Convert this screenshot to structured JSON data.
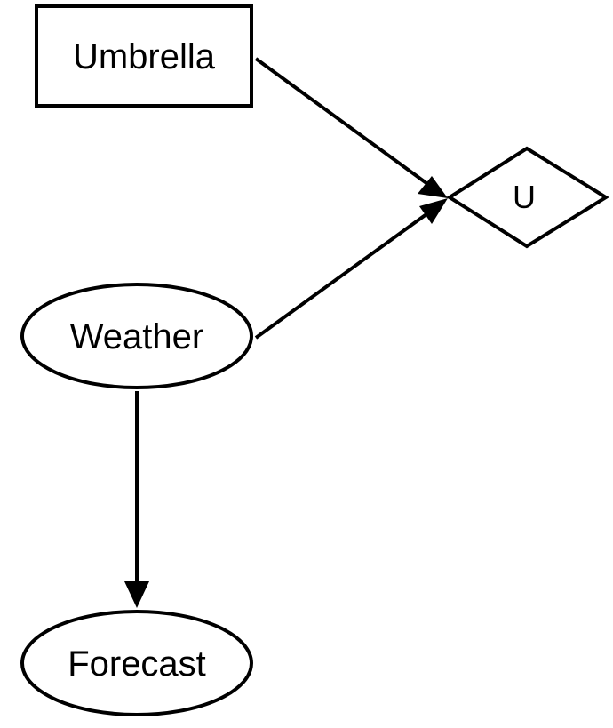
{
  "diagram": {
    "nodes": {
      "umbrella": {
        "label": "Umbrella",
        "kind": "decision"
      },
      "utility": {
        "label": "U",
        "kind": "utility"
      },
      "weather": {
        "label": "Weather",
        "kind": "chance"
      },
      "forecast": {
        "label": "Forecast",
        "kind": "chance"
      }
    },
    "edges": [
      {
        "from": "Umbrella",
        "to": "U"
      },
      {
        "from": "Weather",
        "to": "U"
      },
      {
        "from": "Weather",
        "to": "Forecast"
      }
    ]
  },
  "colors": {
    "stroke": "#000000",
    "fill": "#ffffff",
    "background": "#ffffff"
  }
}
